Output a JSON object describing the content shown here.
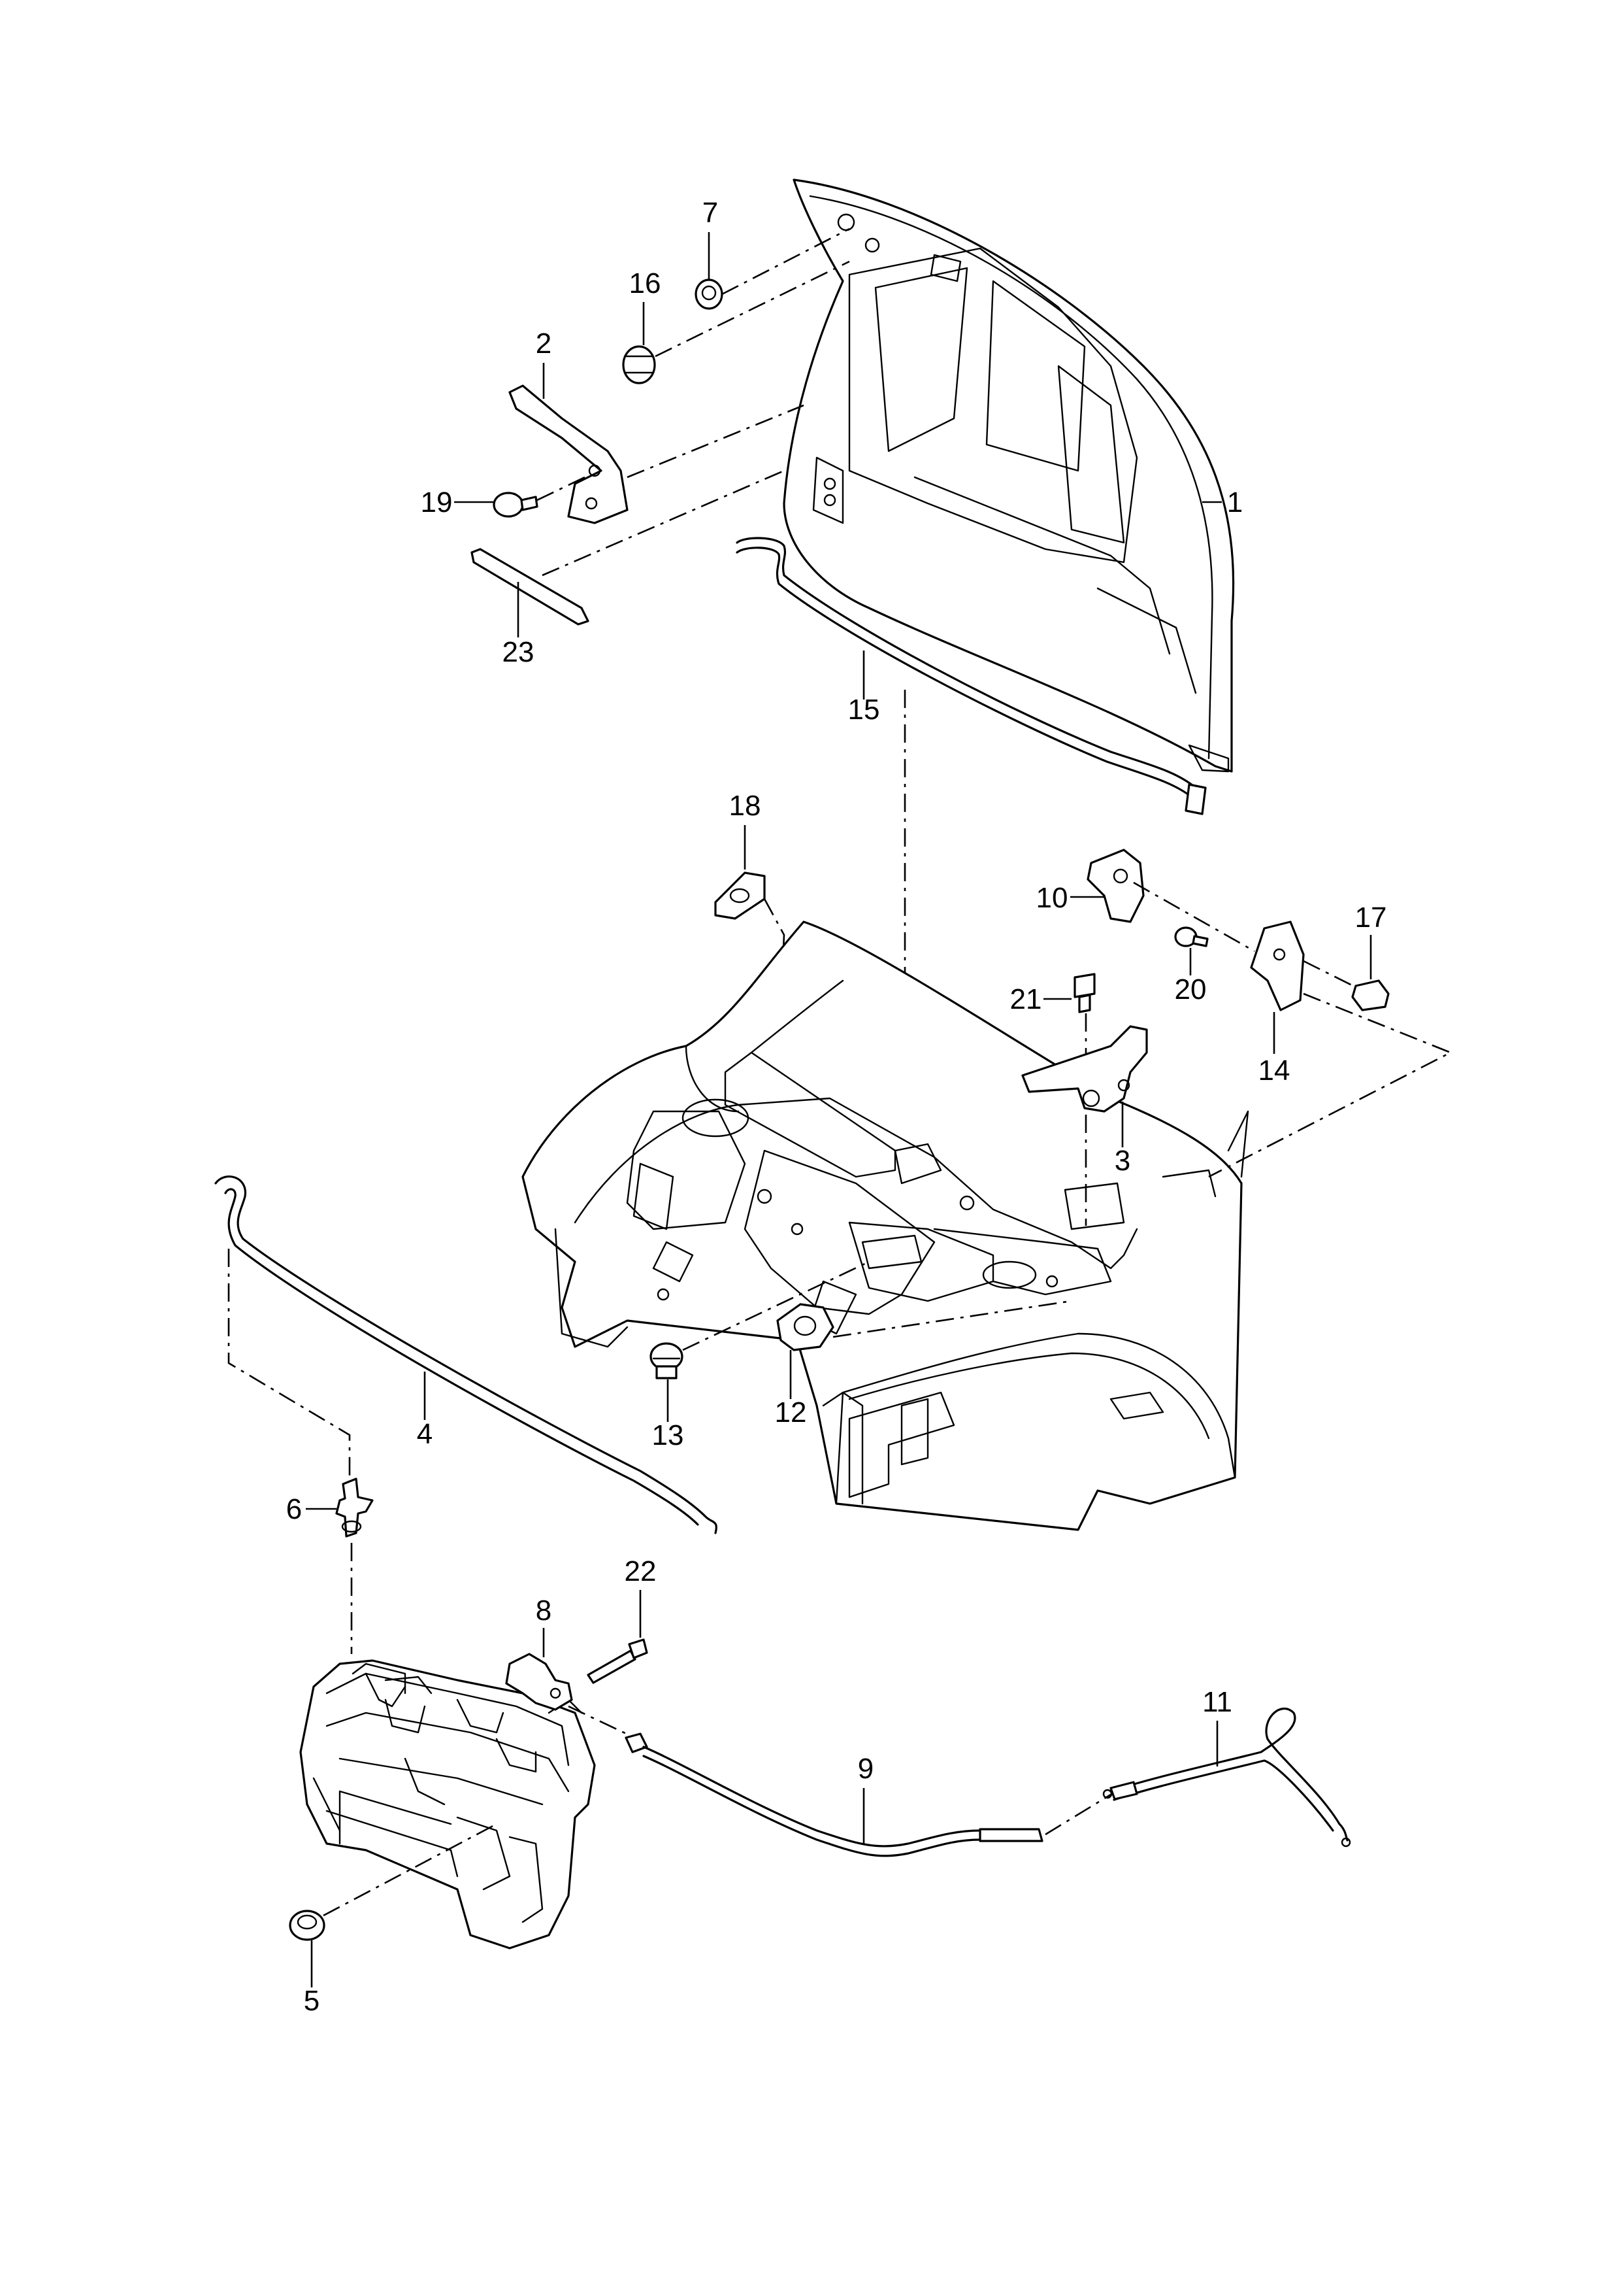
{
  "callouts": {
    "p1": "1",
    "p2": "2",
    "p3": "3",
    "p4": "4",
    "p5": "5",
    "p6": "6",
    "p7": "7",
    "p8": "8",
    "p9": "9",
    "p10": "10",
    "p11": "11",
    "p12": "12",
    "p13": "13",
    "p14": "14",
    "p15": "15",
    "p16": "16",
    "p17": "17",
    "p18": "18",
    "p19": "19",
    "p20": "20",
    "p21": "21",
    "p22": "22",
    "p23": "23"
  },
  "colors": {
    "line": "#000000",
    "background": "#ffffff"
  }
}
